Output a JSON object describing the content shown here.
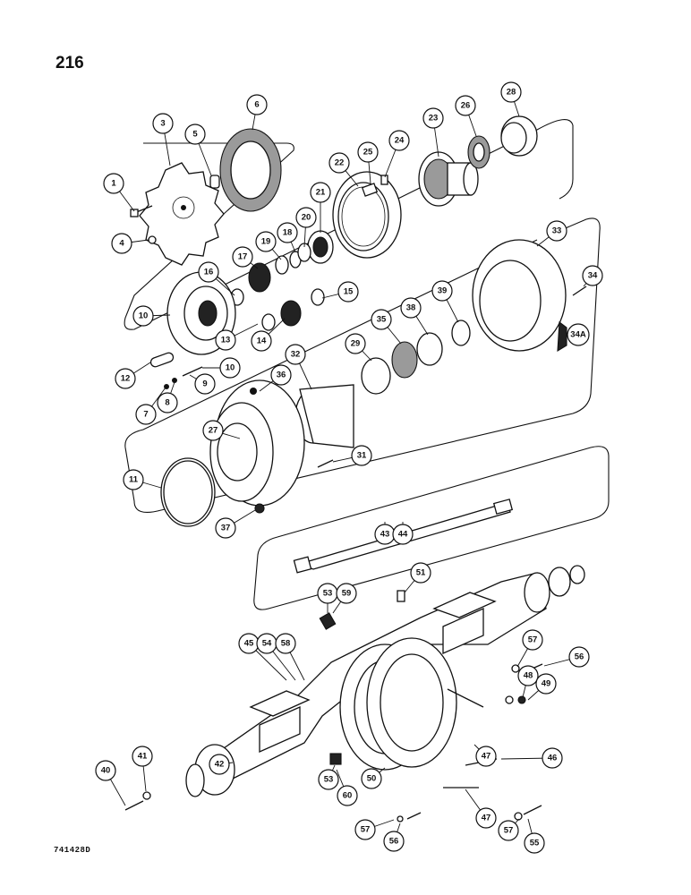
{
  "page": {
    "number": "216",
    "drawing_code": "741428D"
  },
  "callouts": [
    {
      "label": "1"
    },
    {
      "label": "3"
    },
    {
      "label": "4"
    },
    {
      "label": "5"
    },
    {
      "label": "6"
    },
    {
      "label": "7"
    },
    {
      "label": "8"
    },
    {
      "label": "9"
    },
    {
      "label": "10"
    },
    {
      "label": "10"
    },
    {
      "label": "11"
    },
    {
      "label": "12"
    },
    {
      "label": "13"
    },
    {
      "label": "14"
    },
    {
      "label": "15"
    },
    {
      "label": "16"
    },
    {
      "label": "17"
    },
    {
      "label": "18"
    },
    {
      "label": "19"
    },
    {
      "label": "20"
    },
    {
      "label": "21"
    },
    {
      "label": "22"
    },
    {
      "label": "23"
    },
    {
      "label": "24"
    },
    {
      "label": "25"
    },
    {
      "label": "26"
    },
    {
      "label": "27"
    },
    {
      "label": "28"
    },
    {
      "label": "29"
    },
    {
      "label": "31"
    },
    {
      "label": "32"
    },
    {
      "label": "33"
    },
    {
      "label": "34"
    },
    {
      "label": "34A"
    },
    {
      "label": "35"
    },
    {
      "label": "36"
    },
    {
      "label": "37"
    },
    {
      "label": "38"
    },
    {
      "label": "39"
    },
    {
      "label": "40"
    },
    {
      "label": "41"
    },
    {
      "label": "42"
    },
    {
      "label": "43"
    },
    {
      "label": "44"
    },
    {
      "label": "45"
    },
    {
      "label": "46"
    },
    {
      "label": "47"
    },
    {
      "label": "47"
    },
    {
      "label": "48"
    },
    {
      "label": "49"
    },
    {
      "label": "50"
    },
    {
      "label": "51"
    },
    {
      "label": "53"
    },
    {
      "label": "53"
    },
    {
      "label": "54"
    },
    {
      "label": "55"
    },
    {
      "label": "56"
    },
    {
      "label": "56"
    },
    {
      "label": "57"
    },
    {
      "label": "57"
    },
    {
      "label": "57"
    },
    {
      "label": "58"
    },
    {
      "label": "59"
    },
    {
      "label": "60"
    }
  ]
}
